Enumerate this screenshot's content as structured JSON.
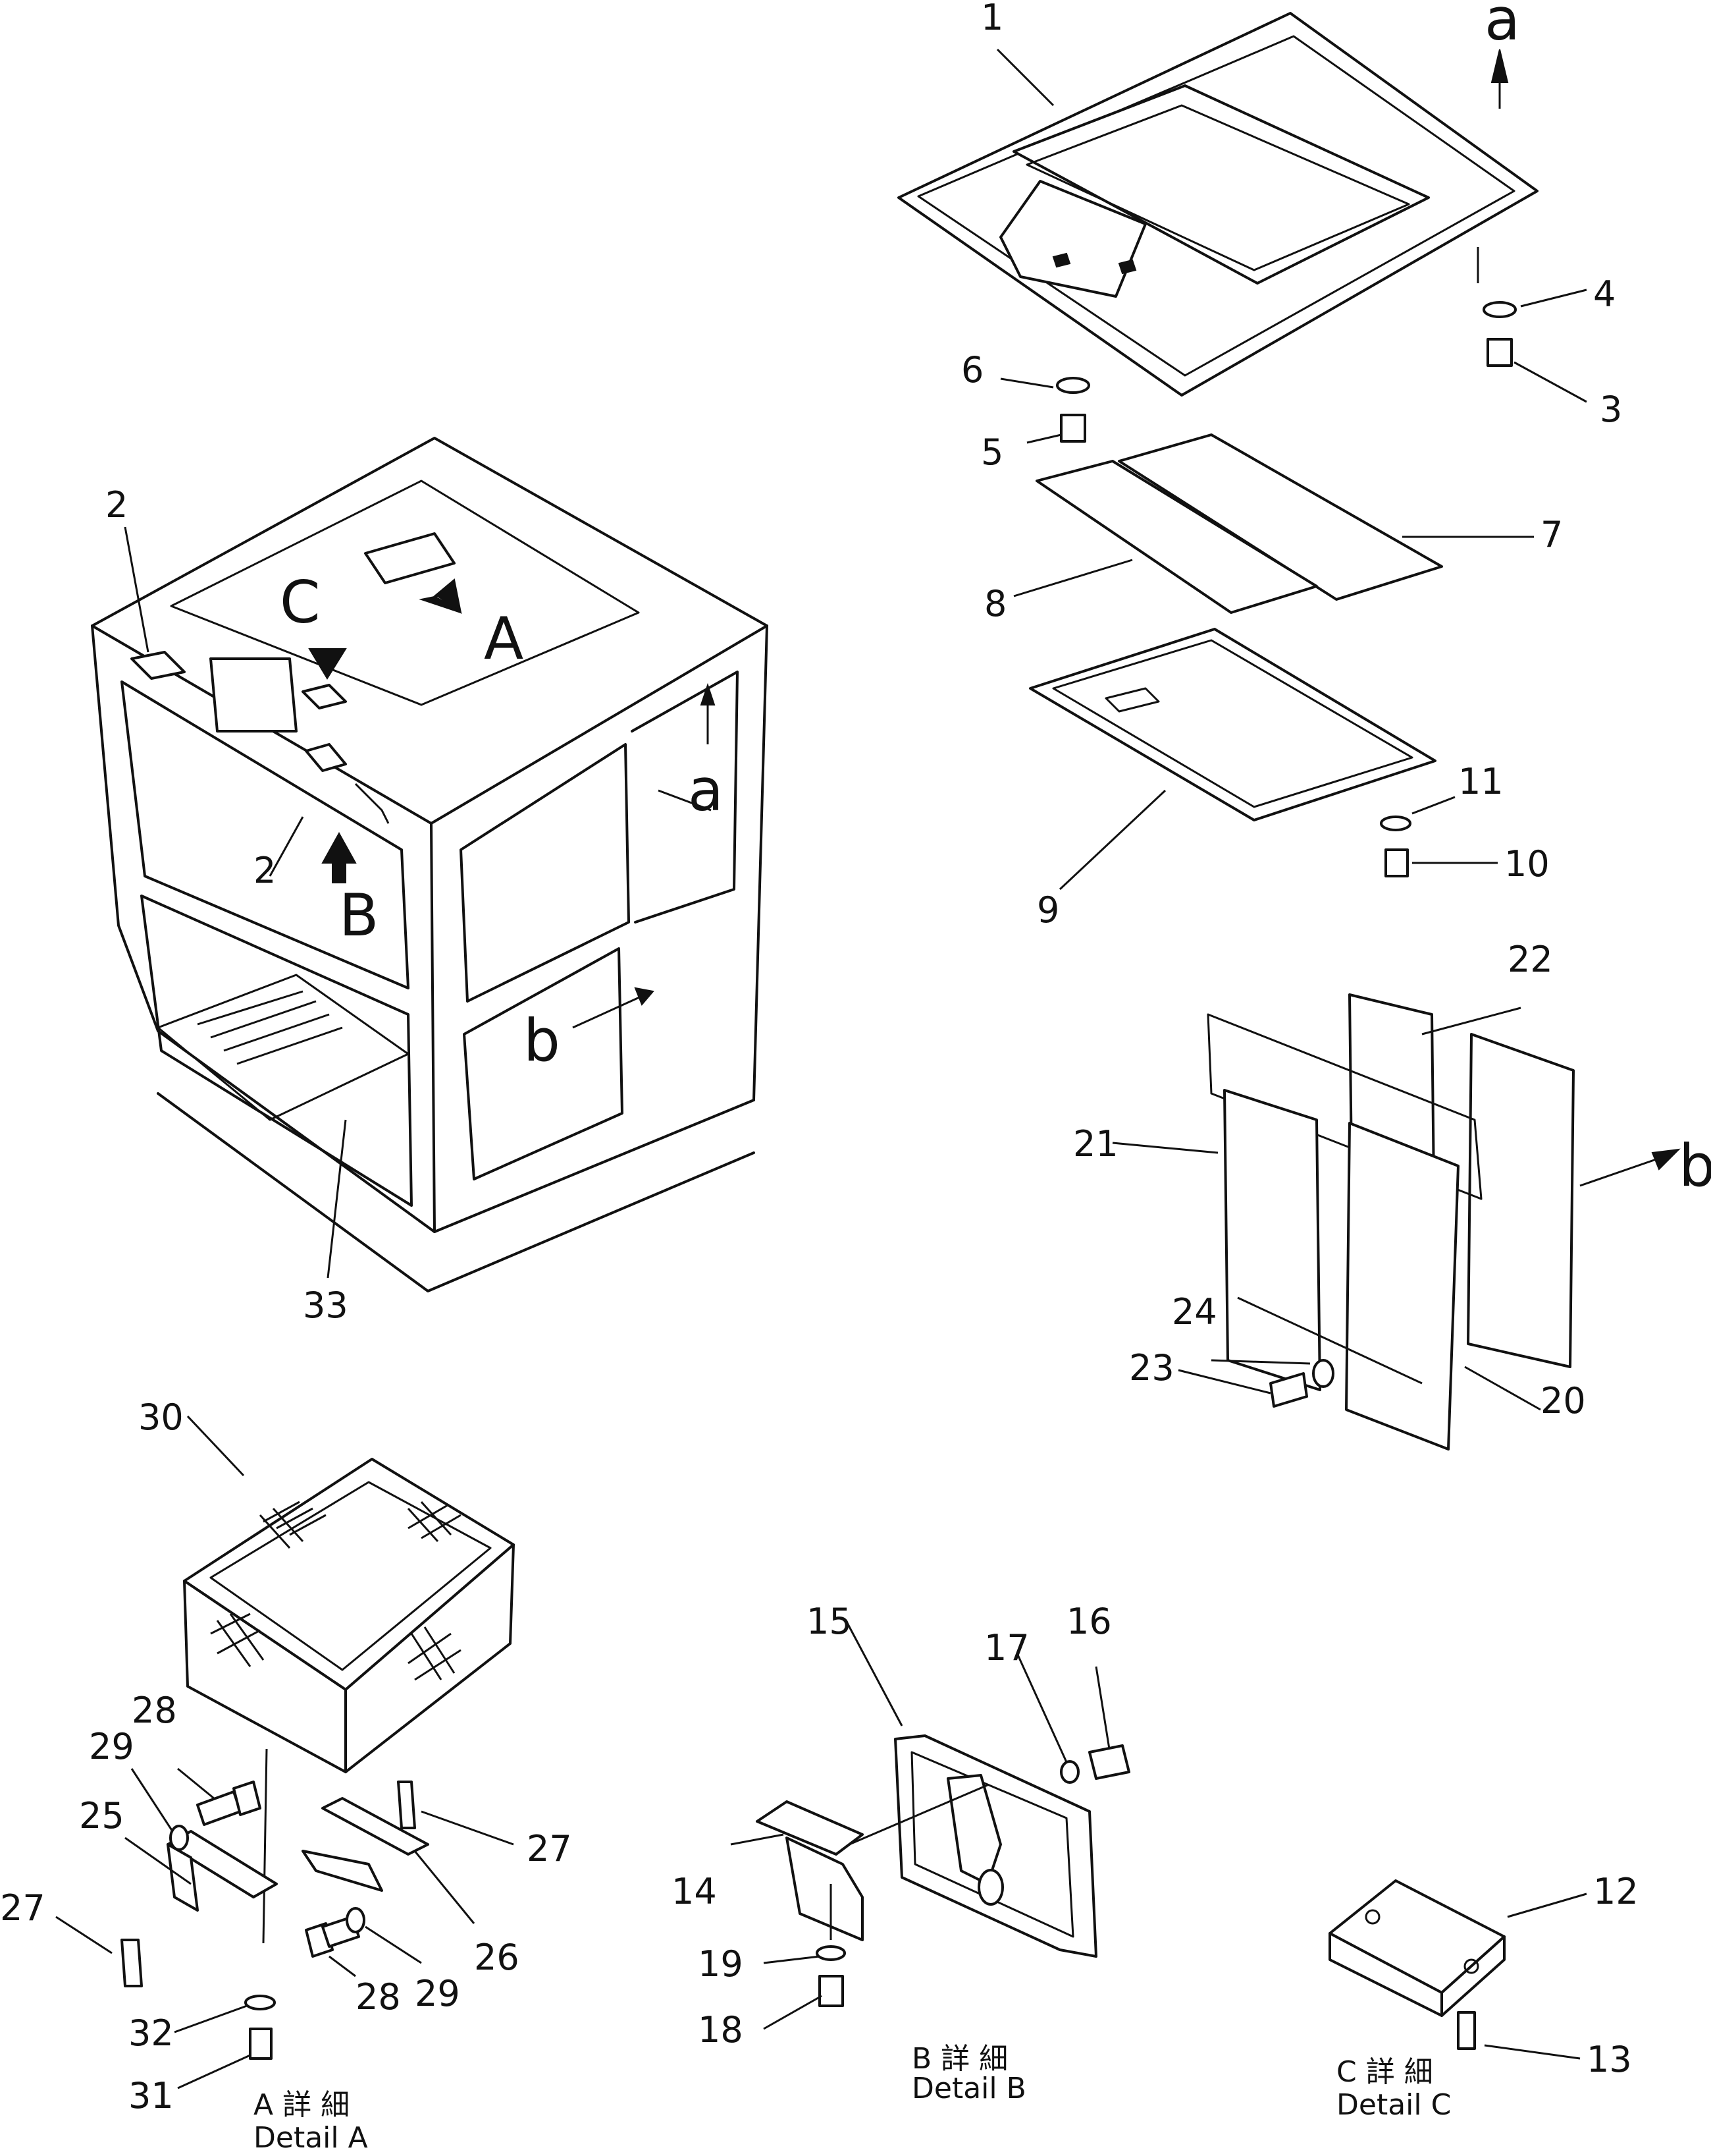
{
  "callouts": [
    "1",
    "2",
    "3",
    "4",
    "5",
    "6",
    "7",
    "8",
    "9",
    "10",
    "11",
    "12",
    "13",
    "14",
    "15",
    "16",
    "17",
    "18",
    "19",
    "20",
    "21",
    "22",
    "23",
    "24",
    "25",
    "26",
    "27",
    "28",
    "29",
    "30",
    "31",
    "32",
    "33"
  ],
  "view_letters": {
    "A": "A",
    "B": "B",
    "C": "C",
    "a": "a",
    "b": "b"
  },
  "captions": {
    "detail_a_jp": "A 詳 細",
    "detail_a_en": "Detail A",
    "detail_b_jp": "B 詳 細",
    "detail_b_en": "Detail B",
    "detail_c_jp": "C 詳 細",
    "detail_c_en": "Detail C"
  }
}
